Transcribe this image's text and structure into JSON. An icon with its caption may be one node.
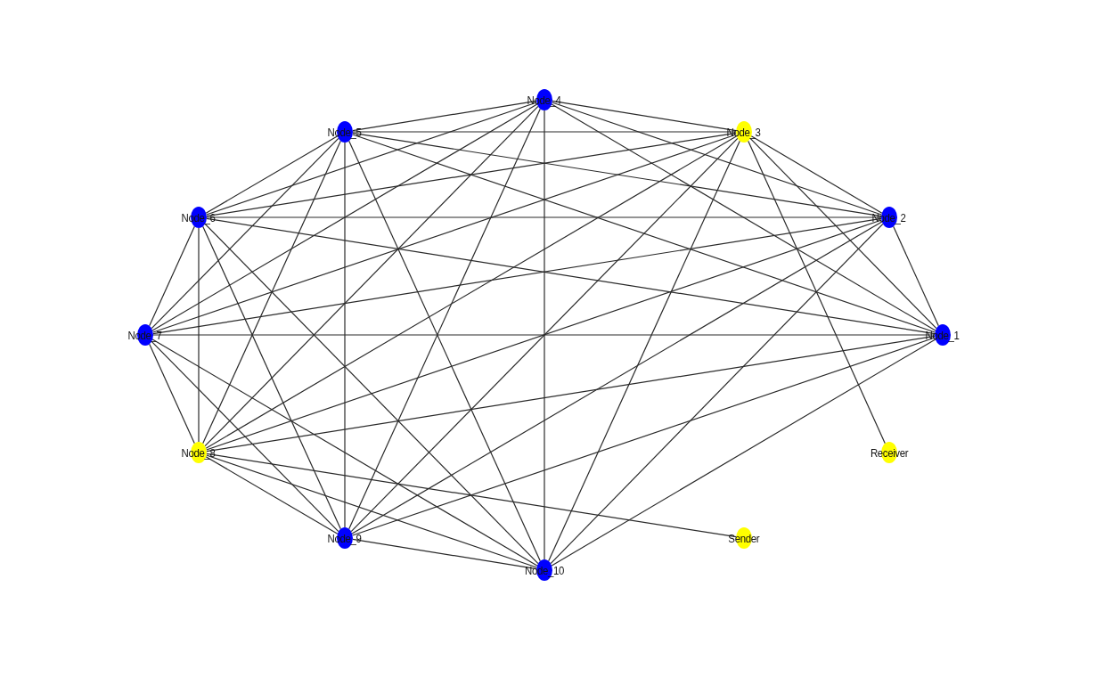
{
  "diagram": {
    "nodes": [
      {
        "text": [
          "Node_1"
        ]
      },
      {
        "text": [
          "Node_2"
        ]
      },
      {
        "text": [
          "Node_3"
        ]
      },
      {
        "text": [
          "Node_4"
        ]
      },
      {
        "text": [
          "Node_5"
        ]
      },
      {
        "text": [
          "Node_6"
        ]
      },
      {
        "text": [
          "Node_7"
        ]
      },
      {
        "text": [
          "Node_8"
        ]
      },
      {
        "text": [
          "Node_9"
        ]
      },
      {
        "text": [
          "Node_10"
        ]
      },
      {
        "text": [
          "Receiver"
        ]
      },
      {
        "text": [
          "Sender"
        ]
      }
    ],
    "edges": [
      {
        "from": 0,
        "to": 1,
        "arrow": "none"
      },
      {
        "from": 0,
        "to": 2,
        "arrow": "none"
      },
      {
        "from": 0,
        "to": 3,
        "arrow": "none"
      },
      {
        "from": 0,
        "to": 4,
        "arrow": "none"
      },
      {
        "from": 0,
        "to": 5,
        "arrow": "none"
      },
      {
        "from": 0,
        "to": 6,
        "arrow": "none"
      },
      {
        "from": 0,
        "to": 7,
        "arrow": "none"
      },
      {
        "from": 0,
        "to": 8,
        "arrow": "none"
      },
      {
        "from": 0,
        "to": 9,
        "arrow": "none"
      },
      {
        "from": 1,
        "to": 2,
        "arrow": "none"
      },
      {
        "from": 1,
        "to": 3,
        "arrow": "none"
      },
      {
        "from": 1,
        "to": 4,
        "arrow": "none"
      },
      {
        "from": 1,
        "to": 5,
        "arrow": "none"
      },
      {
        "from": 1,
        "to": 6,
        "arrow": "none"
      },
      {
        "from": 1,
        "to": 7,
        "arrow": "none"
      },
      {
        "from": 1,
        "to": 8,
        "arrow": "none"
      },
      {
        "from": 1,
        "to": 9,
        "arrow": "none"
      },
      {
        "from": 2,
        "to": 3,
        "arrow": "none"
      },
      {
        "from": 2,
        "to": 4,
        "arrow": "none"
      },
      {
        "from": 2,
        "to": 5,
        "arrow": "none"
      },
      {
        "from": 2,
        "to": 6,
        "arrow": "none"
      },
      {
        "from": 2,
        "to": 7,
        "arrow": "none"
      },
      {
        "from": 2,
        "to": 8,
        "arrow": "none"
      },
      {
        "from": 2,
        "to": 9,
        "arrow": "none"
      },
      {
        "from": 2,
        "to": 10,
        "arrow": "none"
      },
      {
        "from": 3,
        "to": 4,
        "arrow": "none"
      },
      {
        "from": 3,
        "to": 5,
        "arrow": "none"
      },
      {
        "from": 3,
        "to": 6,
        "arrow": "none"
      },
      {
        "from": 3,
        "to": 7,
        "arrow": "none"
      },
      {
        "from": 3,
        "to": 8,
        "arrow": "none"
      },
      {
        "from": 3,
        "to": 9,
        "arrow": "none"
      },
      {
        "from": 4,
        "to": 5,
        "arrow": "none"
      },
      {
        "from": 4,
        "to": 6,
        "arrow": "none"
      },
      {
        "from": 4,
        "to": 7,
        "arrow": "none"
      },
      {
        "from": 4,
        "to": 8,
        "arrow": "none"
      },
      {
        "from": 4,
        "to": 9,
        "arrow": "none"
      },
      {
        "from": 5,
        "to": 6,
        "arrow": "none"
      },
      {
        "from": 5,
        "to": 7,
        "arrow": "none"
      },
      {
        "from": 5,
        "to": 8,
        "arrow": "none"
      },
      {
        "from": 5,
        "to": 9,
        "arrow": "none"
      },
      {
        "from": 6,
        "to": 7,
        "arrow": "none"
      },
      {
        "from": 6,
        "to": 8,
        "arrow": "none"
      },
      {
        "from": 6,
        "to": 9,
        "arrow": "none"
      },
      {
        "from": 7,
        "to": 8,
        "arrow": "none"
      },
      {
        "from": 7,
        "to": 9,
        "arrow": "none"
      },
      {
        "from": 7,
        "to": 11,
        "arrow": "none"
      },
      {
        "from": 8,
        "to": 9,
        "arrow": "none"
      }
    ]
  }
}
